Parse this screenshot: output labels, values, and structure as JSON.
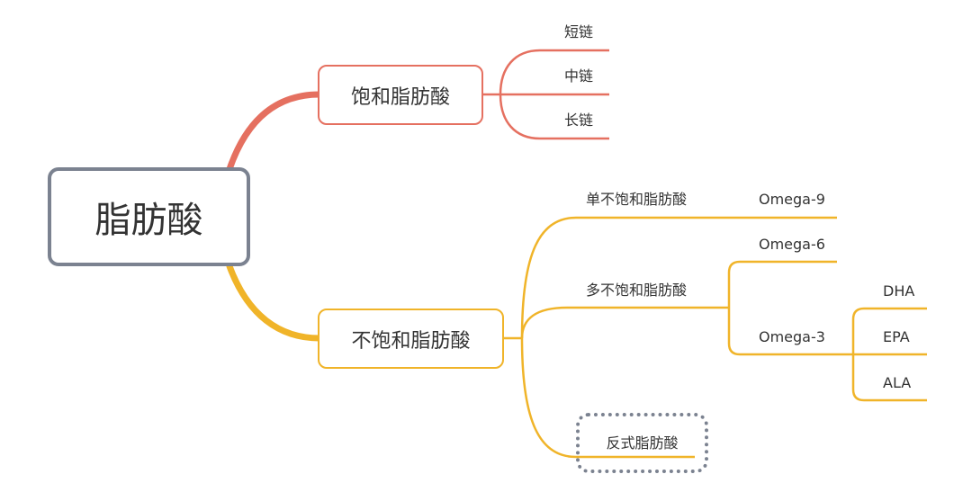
{
  "colors": {
    "central_border": "#7b8290",
    "saturated": "#e57060",
    "unsaturated": "#f0b429",
    "dotted": "#7b8290",
    "text": "#333333"
  },
  "central": {
    "label": "脂肪酸"
  },
  "saturated": {
    "label": "饱和脂肪酸",
    "children": [
      "短链",
      "中链",
      "长链"
    ]
  },
  "unsaturated": {
    "label": "不饱和脂肪酸",
    "mono": {
      "label": "单不饱和脂肪酸",
      "child": "Omega-9"
    },
    "poly": {
      "label": "多不饱和脂肪酸",
      "omega6": "Omega-6",
      "omega3": {
        "label": "Omega-3",
        "children": [
          "DHA",
          "EPA",
          "ALA"
        ]
      }
    },
    "trans": {
      "label": "反式脂肪酸"
    }
  }
}
